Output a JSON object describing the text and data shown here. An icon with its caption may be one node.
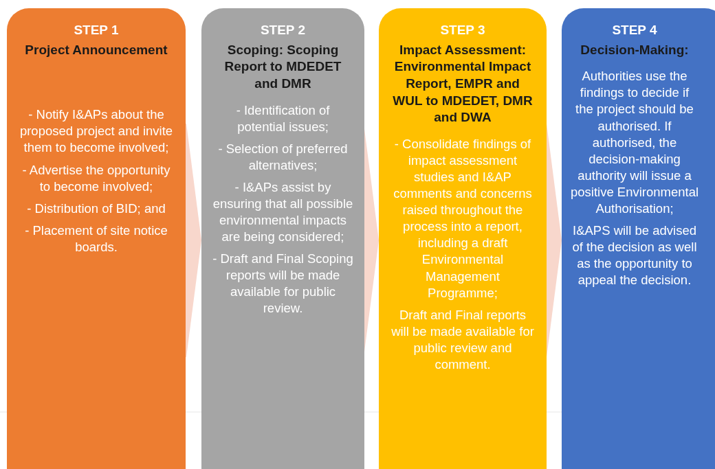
{
  "diagram": {
    "nodes": [
      {
        "text": [
          "STEP 1",
          "Project Announcement",
          "- Notify I&APs about the proposed project and invite them to become involved;",
          "- Advertise the opportunity to become involved;",
          "- Distribution of  BID; and",
          "- Placement of site notice boards."
        ]
      },
      {
        "text": [
          "STEP 2",
          "Scoping:  Scoping Report to MDEDET and DMR",
          "- Identification of potential issues;",
          "- Selection of preferred alternatives;",
          "- I&APs  assist by ensuring that all possible environmental impacts are being considered;",
          "- Draft and Final Scoping reports will be made available for public review."
        ]
      },
      {
        "text": [
          "STEP 3",
          "Impact Assessment: Environmental Impact Report, EMPR and WUL to MDEDET, DMR and DWA",
          "- Consolidate findings of impact assessment studies and I&AP comments and concerns raised throughout the process into a report, including a draft Environmental Management Programme;",
          "Draft and Final reports will be made available for public review and comment."
        ]
      },
      {
        "text": [
          "STEP 4",
          "Decision-Making:",
          "Authorities use the findings to decide if the project should be authorised.  If authorised, the decision-making authority will issue a positive Environmental Authorisation;",
          "I&APS will be advised of the decision as well as the opportunity to appeal the decision."
        ]
      }
    ],
    "edges": [
      {
        "from": 0,
        "to": 1,
        "arrow": "to"
      },
      {
        "from": 1,
        "to": 2,
        "arrow": "to"
      },
      {
        "from": 2,
        "to": 3,
        "arrow": "to"
      }
    ]
  }
}
